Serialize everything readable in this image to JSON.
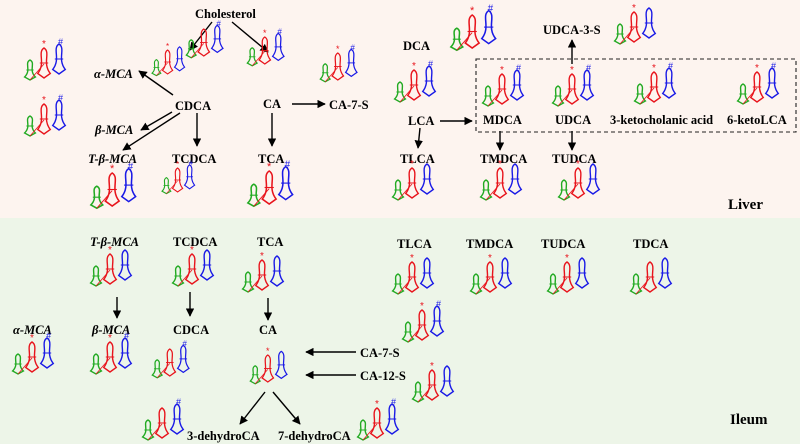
{
  "regions": {
    "liver": "Liver",
    "ileum": "Ileum"
  },
  "liver": {
    "cholesterol": "Cholesterol",
    "alpha_mca": "α-MCA",
    "beta_mca": "β-MCA",
    "cdca": "CDCA",
    "ca": "CA",
    "ca_7_s": "CA-7-S",
    "t_beta_mca": "T-β-MCA",
    "tcdca": "TCDCA",
    "tca": "TCA",
    "dca": "DCA",
    "lca": "LCA",
    "tlca": "TLCA",
    "mdca": "MDCA",
    "tmdca": "TMDCA",
    "udca": "UDCA",
    "tudca": "TUDCA",
    "udca_3_s": "UDCA-3-S",
    "ketocholanic": "3-ketocholanic acid",
    "ketolca": "6-ketoLCA"
  },
  "ileum": {
    "t_beta_mca": "T-β-MCA",
    "tcdca": "TCDCA",
    "tca": "TCA",
    "tlca": "TLCA",
    "tmdca": "TMDCA",
    "tudca": "TUDCA",
    "tdca": "TDCA",
    "alpha_mca": "α-MCA",
    "beta_mca": "β-MCA",
    "cdca": "CDCA",
    "ca": "CA",
    "ca_7_s": "CA-7-S",
    "ca_12_s": "CA-12-S",
    "dehydro3": "3-dehydroCA",
    "dehydro7": "7-dehydroCA"
  },
  "markers": {
    "significance_red": "*",
    "significance_blue": "#"
  },
  "colors": {
    "group1": "#22aa22",
    "group2": "#e8141c",
    "group3": "#1a1ae6",
    "arrow": "#000000",
    "liver_bg": "#fdf4ef",
    "ileum_bg": "#edf5e8"
  }
}
